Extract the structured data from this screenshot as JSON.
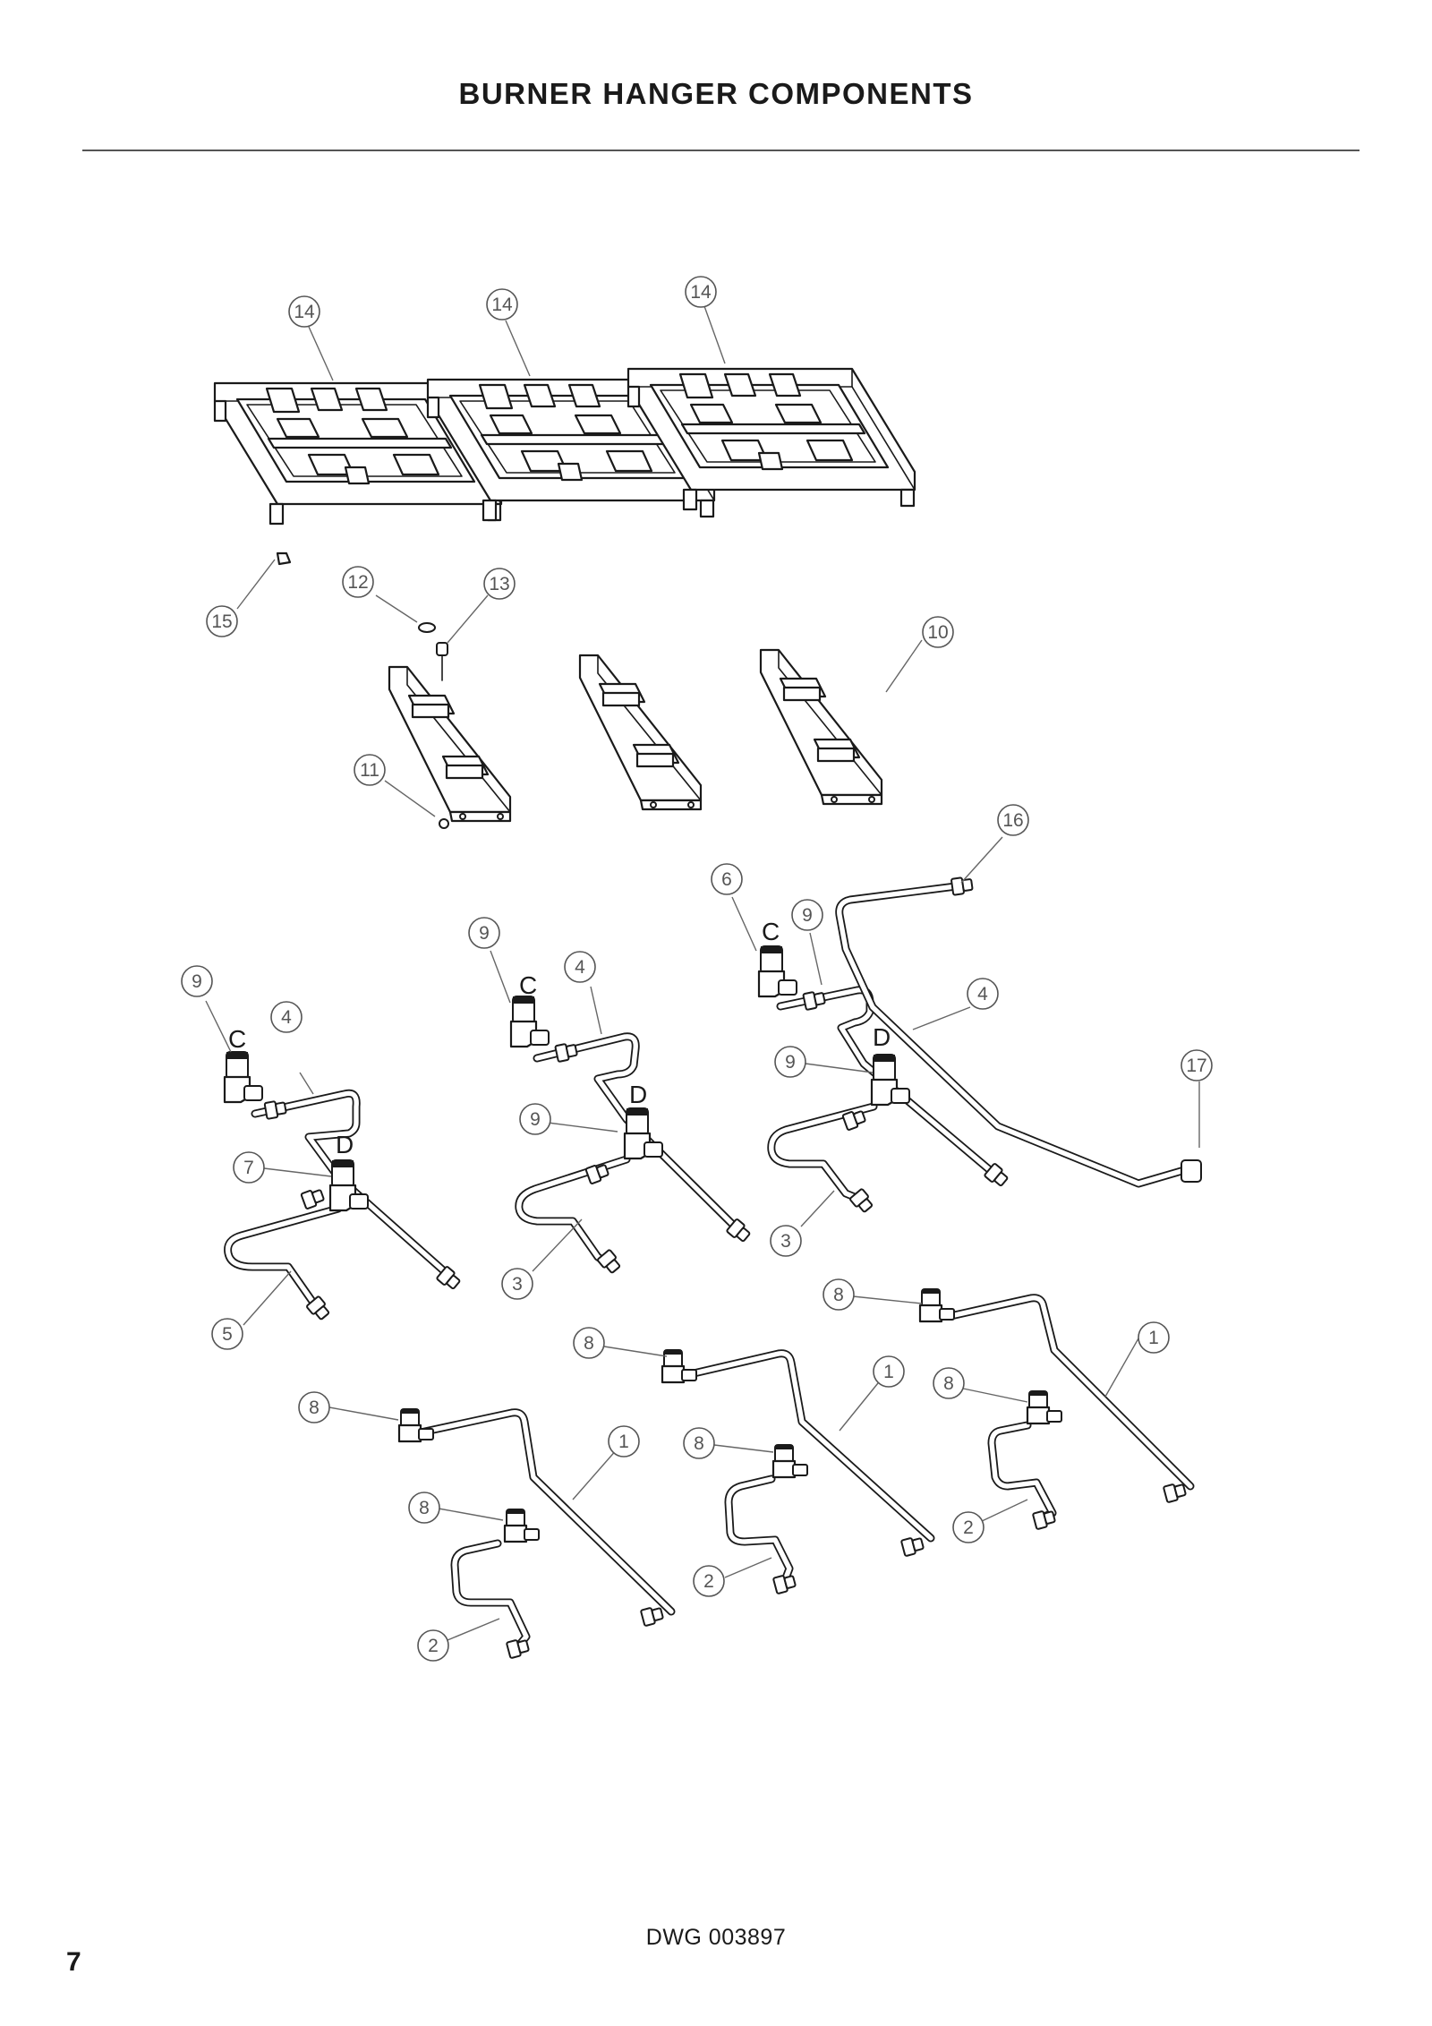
{
  "header": {
    "title": "BURNER HANGER COMPONENTS"
  },
  "footer": {
    "drawing_number": "DWG 003897",
    "page_number": "7"
  },
  "connection_letters": {
    "c": "C",
    "d": "D"
  },
  "callouts": [
    {
      "label": "14"
    },
    {
      "label": "14"
    },
    {
      "label": "14"
    },
    {
      "label": "15"
    },
    {
      "label": "12"
    },
    {
      "label": "13"
    },
    {
      "label": "10"
    },
    {
      "label": "11"
    },
    {
      "label": "16"
    },
    {
      "label": "9"
    },
    {
      "label": "4"
    },
    {
      "label": "9"
    },
    {
      "label": "4"
    },
    {
      "label": "6"
    },
    {
      "label": "9"
    },
    {
      "label": "4"
    },
    {
      "label": "9"
    },
    {
      "label": "9"
    },
    {
      "label": "17"
    },
    {
      "label": "7"
    },
    {
      "label": "3"
    },
    {
      "label": "3"
    },
    {
      "label": "5"
    },
    {
      "label": "8"
    },
    {
      "label": "1"
    },
    {
      "label": "8"
    },
    {
      "label": "1"
    },
    {
      "label": "8"
    },
    {
      "label": "8"
    },
    {
      "label": "1"
    },
    {
      "label": "8"
    },
    {
      "label": "8"
    },
    {
      "label": "2"
    },
    {
      "label": "2"
    },
    {
      "label": "2"
    }
  ]
}
